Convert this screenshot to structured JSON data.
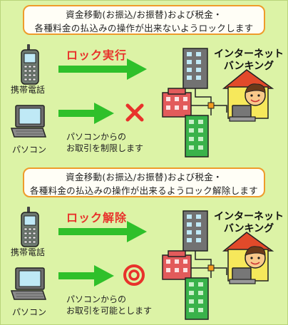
{
  "sections": [
    {
      "banner_lines": [
        "資金移動(お振込/お振替)および税金・",
        "各種料金の払込みの操作が出来ないようロックします"
      ],
      "action_label": "ロック実行",
      "phone_label": "携帯電話",
      "pc_label": "パソコン",
      "banking_lines": [
        "インターネット",
        "バンキング"
      ],
      "pc_note_lines": [
        "パソコンからの",
        "お取引を制限します"
      ],
      "pc_status_icon": "cross-icon"
    },
    {
      "banner_lines": [
        "資金移動(お振込/お振替)および税金・",
        "各種料金の払込みの操作が出来るようロック解除します"
      ],
      "action_label": "ロック解除",
      "phone_label": "携帯電話",
      "pc_label": "パソコン",
      "banking_lines": [
        "インターネット",
        "バンキング"
      ],
      "pc_note_lines": [
        "パソコンからの",
        "お取引を可能とします"
      ],
      "pc_status_icon": "double-circle-icon"
    }
  ],
  "colors": {
    "background": "#dcf3a6",
    "banner_border": "#ef9b2b",
    "arrow": "#2fc02a",
    "lock_text": "#e8322b",
    "cross": "#e8322b",
    "ok_circle": "#e8322b"
  }
}
